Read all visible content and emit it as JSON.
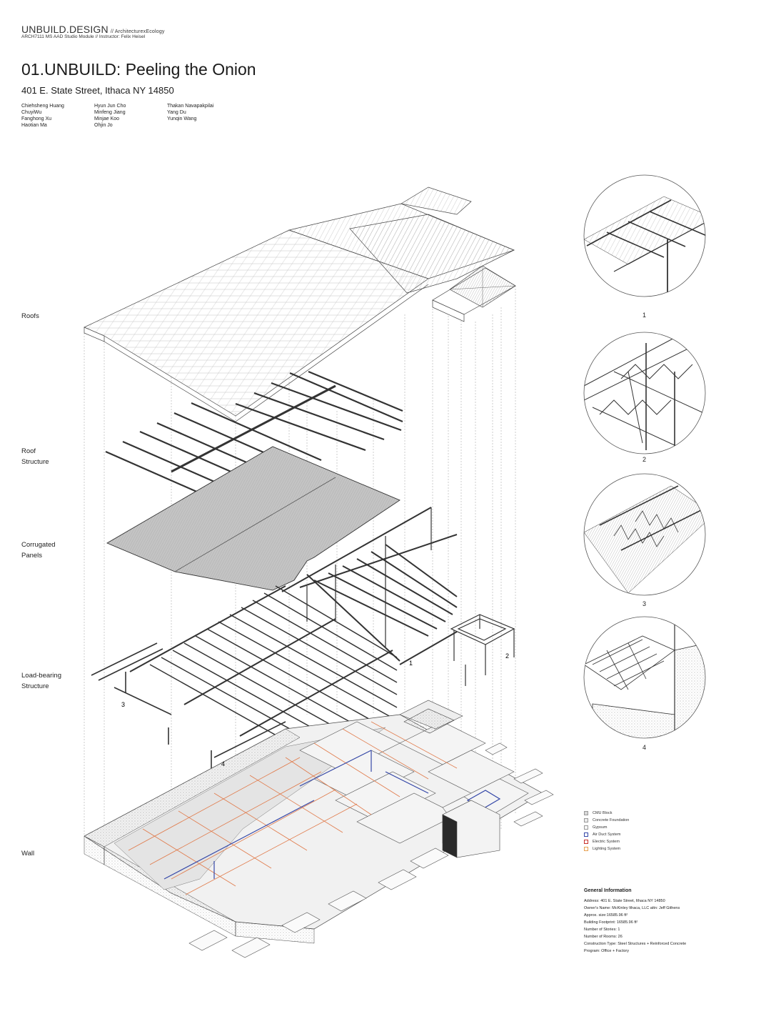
{
  "header": {
    "brand_name": "UNBUILD.DESIGN",
    "brand_sub": "// ArchitecturexEcology",
    "course": "ARCH7111 MS AAD Studio Module // Instructor: Felix Heisel",
    "title": "01.UNBUILD: Peeling the Onion",
    "address": "401 E. State Street, Ithaca NY 14850"
  },
  "team": {
    "col1": [
      "Chiehsheng Huang",
      "ChuyiWu",
      "Fanghong Xu",
      "Haotian Ma"
    ],
    "col2": [
      "Hyun Jun Cho",
      "Minfeng Jiang",
      "Minjae Koo",
      "Ohjin Jo"
    ],
    "col3": [
      "Thakan Navapakpilai",
      "Yang Du",
      "Yunqin Wang"
    ]
  },
  "layers": {
    "roofs": "Roofs",
    "roof_structure_1": "Roof",
    "roof_structure_2": "Structure",
    "corrugated_1": "Corrugated",
    "corrugated_2": "Panels",
    "loadbearing_1": "Load-bearing",
    "loadbearing_2": "Structure",
    "wall": "Wall"
  },
  "callouts": {
    "c1": "1",
    "c2": "2",
    "c3": "3",
    "c4": "4"
  },
  "details": [
    "1",
    "2",
    "3",
    "4"
  ],
  "legend": [
    {
      "label": "CMU Block",
      "color": "#d8d8d8"
    },
    {
      "label": "Concrete Foundation",
      "color": "#ececec"
    },
    {
      "label": "Gypsum",
      "color": "#f7f7f7"
    },
    {
      "label": "Air Duct System",
      "color": "#3548a8"
    },
    {
      "label": "Electric System",
      "color": "#c8302c"
    },
    {
      "label": "Lighting System",
      "color": "#e8a050"
    }
  ],
  "general_info": {
    "title": "General Information",
    "lines": [
      "Address: 401 E. State Street, Ithaca NY 14850",
      "Owner's Name: McKinley Ithaca, LLC attn: Jeff Githens",
      "Approx. size:16585.96 ft²",
      "Building Footprint: 16585.96 ft²",
      "Number of Stories: 1",
      "Number of Rooms: 26",
      "Construction Type: Steel Structures + Reinforced Concrete",
      "Program: Office + Factory"
    ]
  },
  "colors": {
    "duct": "#3548a8",
    "electric": "#c8302c",
    "lighting": "#e8804a",
    "line": "#444444",
    "panel": "#bdbdbd"
  }
}
